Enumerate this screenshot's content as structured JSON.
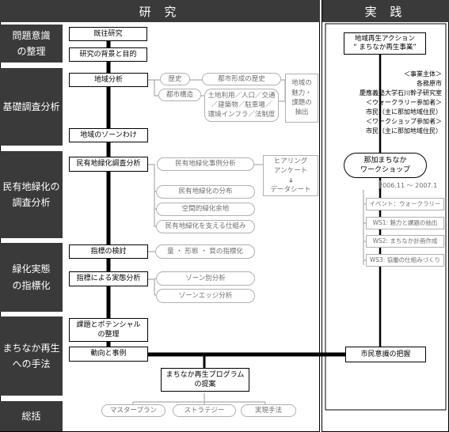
{
  "headers": {
    "research": "研 究",
    "practice": "実 践"
  },
  "sections": [
    {
      "id": "problem",
      "label": "問題意識\nの整理"
    },
    {
      "id": "basic",
      "label": "基礎調査分析"
    },
    {
      "id": "private",
      "label": "民有地緑化の\n調査分析"
    },
    {
      "id": "greening",
      "label": "緑化実態\nの指標化"
    },
    {
      "id": "method",
      "label": "まちなか再生\nへの手法"
    },
    {
      "id": "summary",
      "label": "総括"
    }
  ],
  "main_boxes": {
    "prior": "既往研究",
    "background": "研究の背景と目的",
    "area_analysis": "地域分析",
    "zoning": "地域のゾーンわけ",
    "private_survey": "民有地緑化調査分析",
    "index_review": "指標の検討",
    "index_analysis": "指標による実態分析",
    "issues": "課題とポテンシャル\nの整理",
    "trends": "動向と事例",
    "program": "まちなか再生プログラム\nの提案"
  },
  "sub_items": {
    "history": "歴史",
    "urban_structure": "都市構造",
    "urban_history": "都市形成の歴史",
    "land_use": "土地利用／人口／交通\n／建築物／駐車場／\n環境インフラ／法制度",
    "appeal": "地域の\n魅力・\n課題の\n抽出",
    "case_analysis": "民有地緑化事例分析",
    "hearing": "ヒアリング\nアンケート",
    "arrow_down": "➔",
    "datasheet": "データシート",
    "distribution": "民有地緑化の分布",
    "spatial": "空間的緑化余地",
    "mechanism": "民有地緑化を支える仕組み",
    "quantity": "量 ・ 形態 ・ 質の指標化",
    "zone_analysis": "ゾーン別分析",
    "zone_edge": "ゾーンエッジ分析",
    "masterplan": "マスタープラン",
    "strategy": "ストラテジー",
    "technique": "実現手法"
  },
  "practice": {
    "action_title": "地域再生アクション\n“ まちなか再生事業”",
    "info": "＜事業主体＞\n各務原市\n慶應義塾大学石川幹子研究室\n＜ウォークラリー参加者＞\n市民（主に那加地域住民）\n＜ワークショップ参加者＞\n市民（主に那加地域住民）",
    "workshop": "那加まちなか\nワークショップ",
    "period": "2006.11 ～ 2007.1",
    "events": [
      "イベント：ウォークラリー",
      "WS1: 魅力と課題の抽出",
      "WS2: まちなか計画作成",
      "WS3: 協働の仕組みづくり"
    ],
    "awareness": "市民意識の把握"
  },
  "colors": {
    "dark": "#3a3a3a",
    "gray": "#b0b0b0",
    "grayText": "#6e6e6e",
    "black": "#000000"
  }
}
